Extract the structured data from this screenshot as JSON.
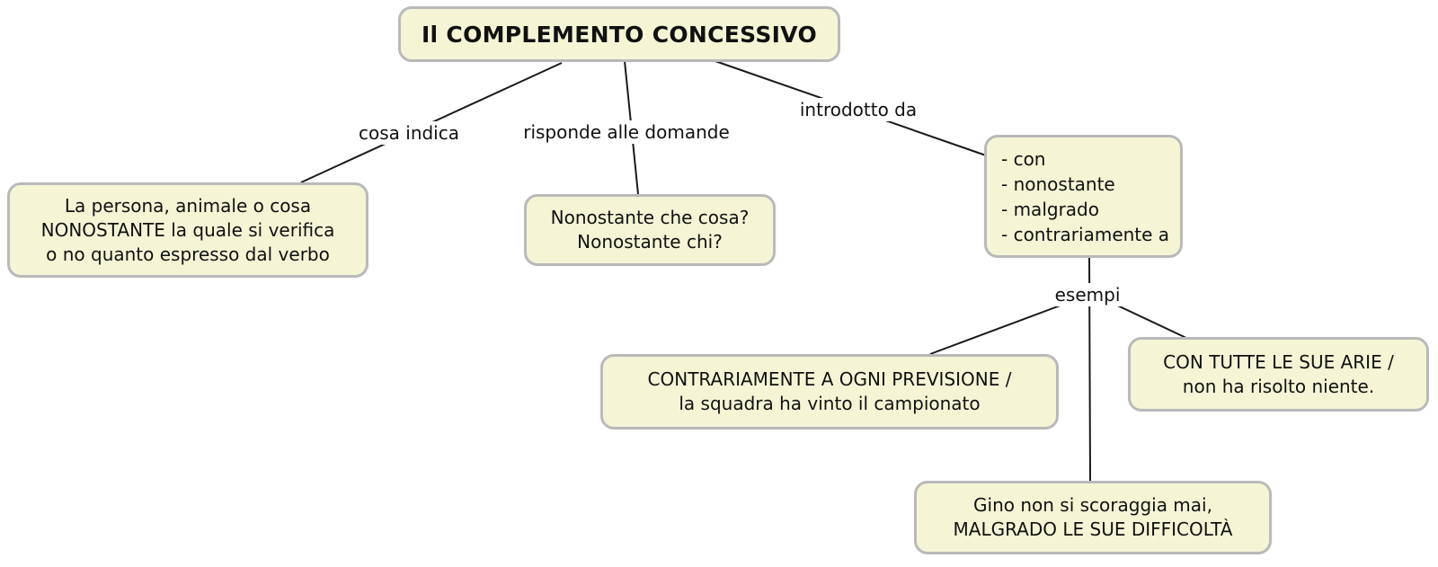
{
  "diagram": {
    "colors": {
      "node_fill": "#f5f5d6",
      "node_border": "#b9b9b9",
      "edge_line": "#1a1a1a",
      "text": "#111111",
      "background": "#ffffff"
    },
    "nodes": {
      "root": {
        "text": "Il COMPLEMENTO CONCESSIVO"
      },
      "definizione": {
        "text": "La persona, animale o cosa\nNONOSTANTE la quale si verifica\no no quanto espresso dal verbo"
      },
      "domande": {
        "text": "Nonostante che cosa?\nNonostante chi?"
      },
      "introduttori": {
        "text": "- con\n- nonostante\n- malgrado\n- contrariamente a"
      },
      "esempio_contrariamente": {
        "text": "CONTRARIAMENTE A OGNI PREVISIONE /\nla squadra ha vinto il campionato"
      },
      "esempio_con": {
        "text": "CON TUTTE LE SUE ARIE /\nnon ha risolto niente."
      },
      "esempio_malgrado": {
        "text": "Gino non si scoraggia mai,\nMALGRADO LE SUE DIFFICOLTÀ"
      }
    },
    "edge_labels": {
      "cosa_indica": "cosa indica",
      "risponde": "risponde alle domande",
      "introdotto": "introdotto da",
      "esempi": "esempi"
    }
  }
}
